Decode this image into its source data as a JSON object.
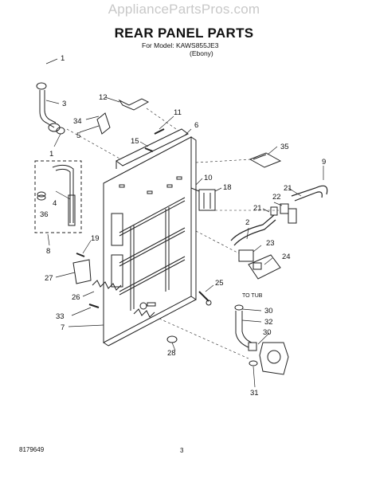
{
  "watermark": "AppliancePartsPros.com",
  "title": "REAR PANEL PARTS",
  "model_line": "For Model: KAWS855JE3",
  "color_line": "(Ebony)",
  "footer": {
    "doc_number": "8179649",
    "page_number": "3"
  },
  "callouts": {
    "c1": "1",
    "c1b": "1",
    "c2": "2",
    "c3": "3",
    "c4": "4",
    "c5": "5",
    "c6": "6",
    "c7": "7",
    "c8": "8",
    "c9": "9",
    "c10": "10",
    "c11": "11",
    "c12": "12",
    "c15": "15",
    "c18": "18",
    "c19": "19",
    "c21": "21",
    "c21b": "21",
    "c22": "22",
    "c23": "23",
    "c24": "24",
    "c25": "25",
    "c26": "26",
    "c27": "27",
    "c28": "28",
    "c30": "30",
    "c30b": "30",
    "c31": "31",
    "c32": "32",
    "c33": "33",
    "c34": "34",
    "c35": "35",
    "c36": "36"
  },
  "to_tub": "TO TUB"
}
